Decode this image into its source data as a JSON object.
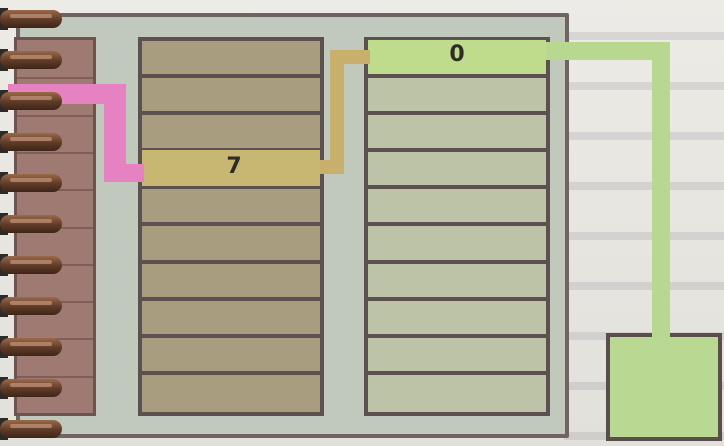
{
  "register_a": {
    "slot_count": 10,
    "highlighted_index": 3,
    "value": "7",
    "color": "#a89e7f",
    "highlight_color": "#c7b772"
  },
  "register_b": {
    "slot_count": 10,
    "highlighted_index": 0,
    "value": "0",
    "color": "#bdc3a6",
    "highlight_color": "#bfdb8c"
  },
  "wires": {
    "pink": "#e681c2",
    "tan": "#c8b06c",
    "green": "#b8d890"
  },
  "indicator": {
    "color": "#b9d992"
  },
  "binding": {
    "ring_count": 11,
    "icon": "spiral-binding-icon"
  }
}
